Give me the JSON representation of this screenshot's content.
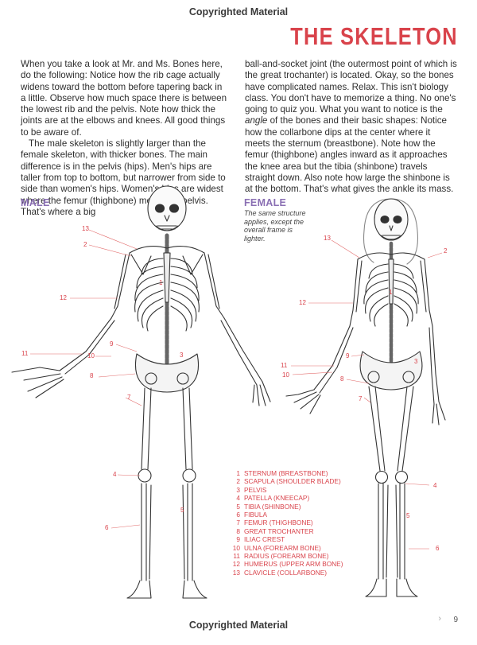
{
  "watermark_top": "Copyrighted Material",
  "watermark_bottom": "Copyrighted Material",
  "title": "THE SKELETON",
  "left_column": {
    "p1": "When you take a look at Mr. and Ms. Bones here, do the following: Notice how the rib cage actually widens toward the bottom before tapering back in a little. Observe how much space there is between the lowest rib and the pelvis. Note how thick the joints are at the elbows and knees. All good things to be aware of.",
    "p2": "The male skeleton is slightly larger than the female skeleton, with thicker bones. The main difference is in the pelvis (hips). Men's hips are taller from top to bottom, but narrower from side to side than women's hips. Women's hips are widest where the femur (thighbone) meets the pelvis. That's where a big"
  },
  "right_column": {
    "p1_a": "ball-and-socket joint (the outermost point of which is the great trochanter) is located. Okay, so the bones have complicated names. Relax. This isn't biology class. You don't have to memorize a thing. No one's going to quiz you. What you want to notice is the ",
    "p1_em": "angle",
    "p1_b": " of the bones and their basic shapes: Notice how the collarbone dips at the center where it meets the sternum (breastbone). Note how the femur (thighbone) angles inward as it approaches the knee area but the tibia (shinbone) travels straight down. Also note how large the shinbone is at the bottom. That's what gives the ankle its mass."
  },
  "male_header": "MALE",
  "female_header": "FEMALE",
  "female_caption": "The same structure applies, except the overall frame is lighter.",
  "legend": [
    {
      "n": "1",
      "label": "STERNUM (BREASTBONE)"
    },
    {
      "n": "2",
      "label": "SCAPULA (SHOULDER BLADE)"
    },
    {
      "n": "3",
      "label": "PELVIS"
    },
    {
      "n": "4",
      "label": "PATELLA (KNEECAP)"
    },
    {
      "n": "5",
      "label": "TIBIA (SHINBONE)"
    },
    {
      "n": "6",
      "label": "FIBULA"
    },
    {
      "n": "7",
      "label": "FEMUR (THIGHBONE)"
    },
    {
      "n": "8",
      "label": "GREAT TROCHANTER"
    },
    {
      "n": "9",
      "label": "ILIAC CREST"
    },
    {
      "n": "10",
      "label": "ULNA (FOREARM BONE)"
    },
    {
      "n": "11",
      "label": "RADIUS (FOREARM BONE)"
    },
    {
      "n": "12",
      "label": "HUMERUS (UPPER ARM BONE)"
    },
    {
      "n": "13",
      "label": "CLAVICLE (COLLARBONE)"
    }
  ],
  "male_callouts": [
    "13",
    "2",
    "1",
    "12",
    "9",
    "3",
    "11",
    "10",
    "8",
    "7",
    "4",
    "5",
    "6"
  ],
  "female_callouts": [
    "13",
    "2",
    "1",
    "12",
    "9",
    "3",
    "11",
    "10",
    "8",
    "7",
    "4",
    "5",
    "6"
  ],
  "page_number": "9"
}
